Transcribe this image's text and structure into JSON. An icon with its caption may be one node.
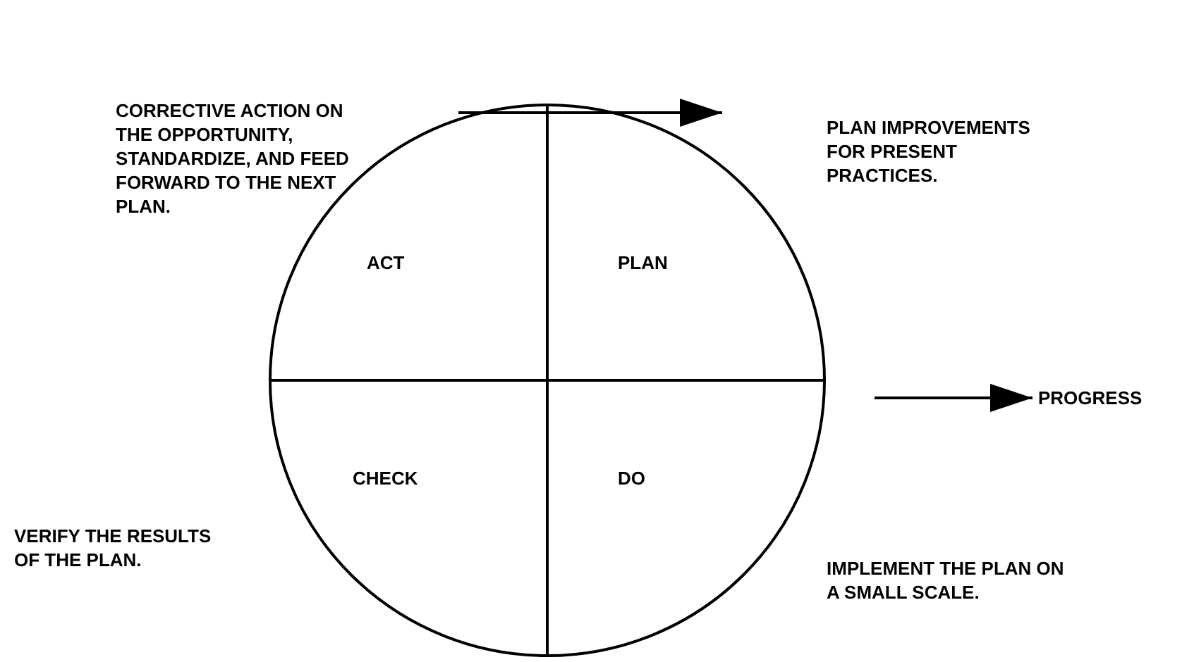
{
  "diagram": {
    "nodes": [
      {
        "text": [],
        "shape": "circle"
      },
      {
        "text": [
          "ACT"
        ],
        "in": 0
      },
      {
        "text": [
          "PLAN"
        ],
        "in": 0
      },
      {
        "text": [
          "CHECK"
        ],
        "in": 0
      },
      {
        "text": [
          "DO"
        ],
        "in": 0
      },
      {
        "text": [
          "PROGRESS"
        ]
      }
    ],
    "edges": [
      {
        "from": null,
        "to": 5,
        "arrow": "to"
      }
    ],
    "labels": [
      "CORRECTIVE ACTION ON THE OPPORTUNITY, STANDARDIZE, AND FEED FORWARD TO THE NEXT PLAN.",
      "PLAN IMPROVEMENTS FOR PRESENT PRACTICES.",
      "VERIFY THE RESULTS OF THE PLAN.",
      "IMPLEMENT THE PLAN ON A SMALL SCALE."
    ]
  }
}
